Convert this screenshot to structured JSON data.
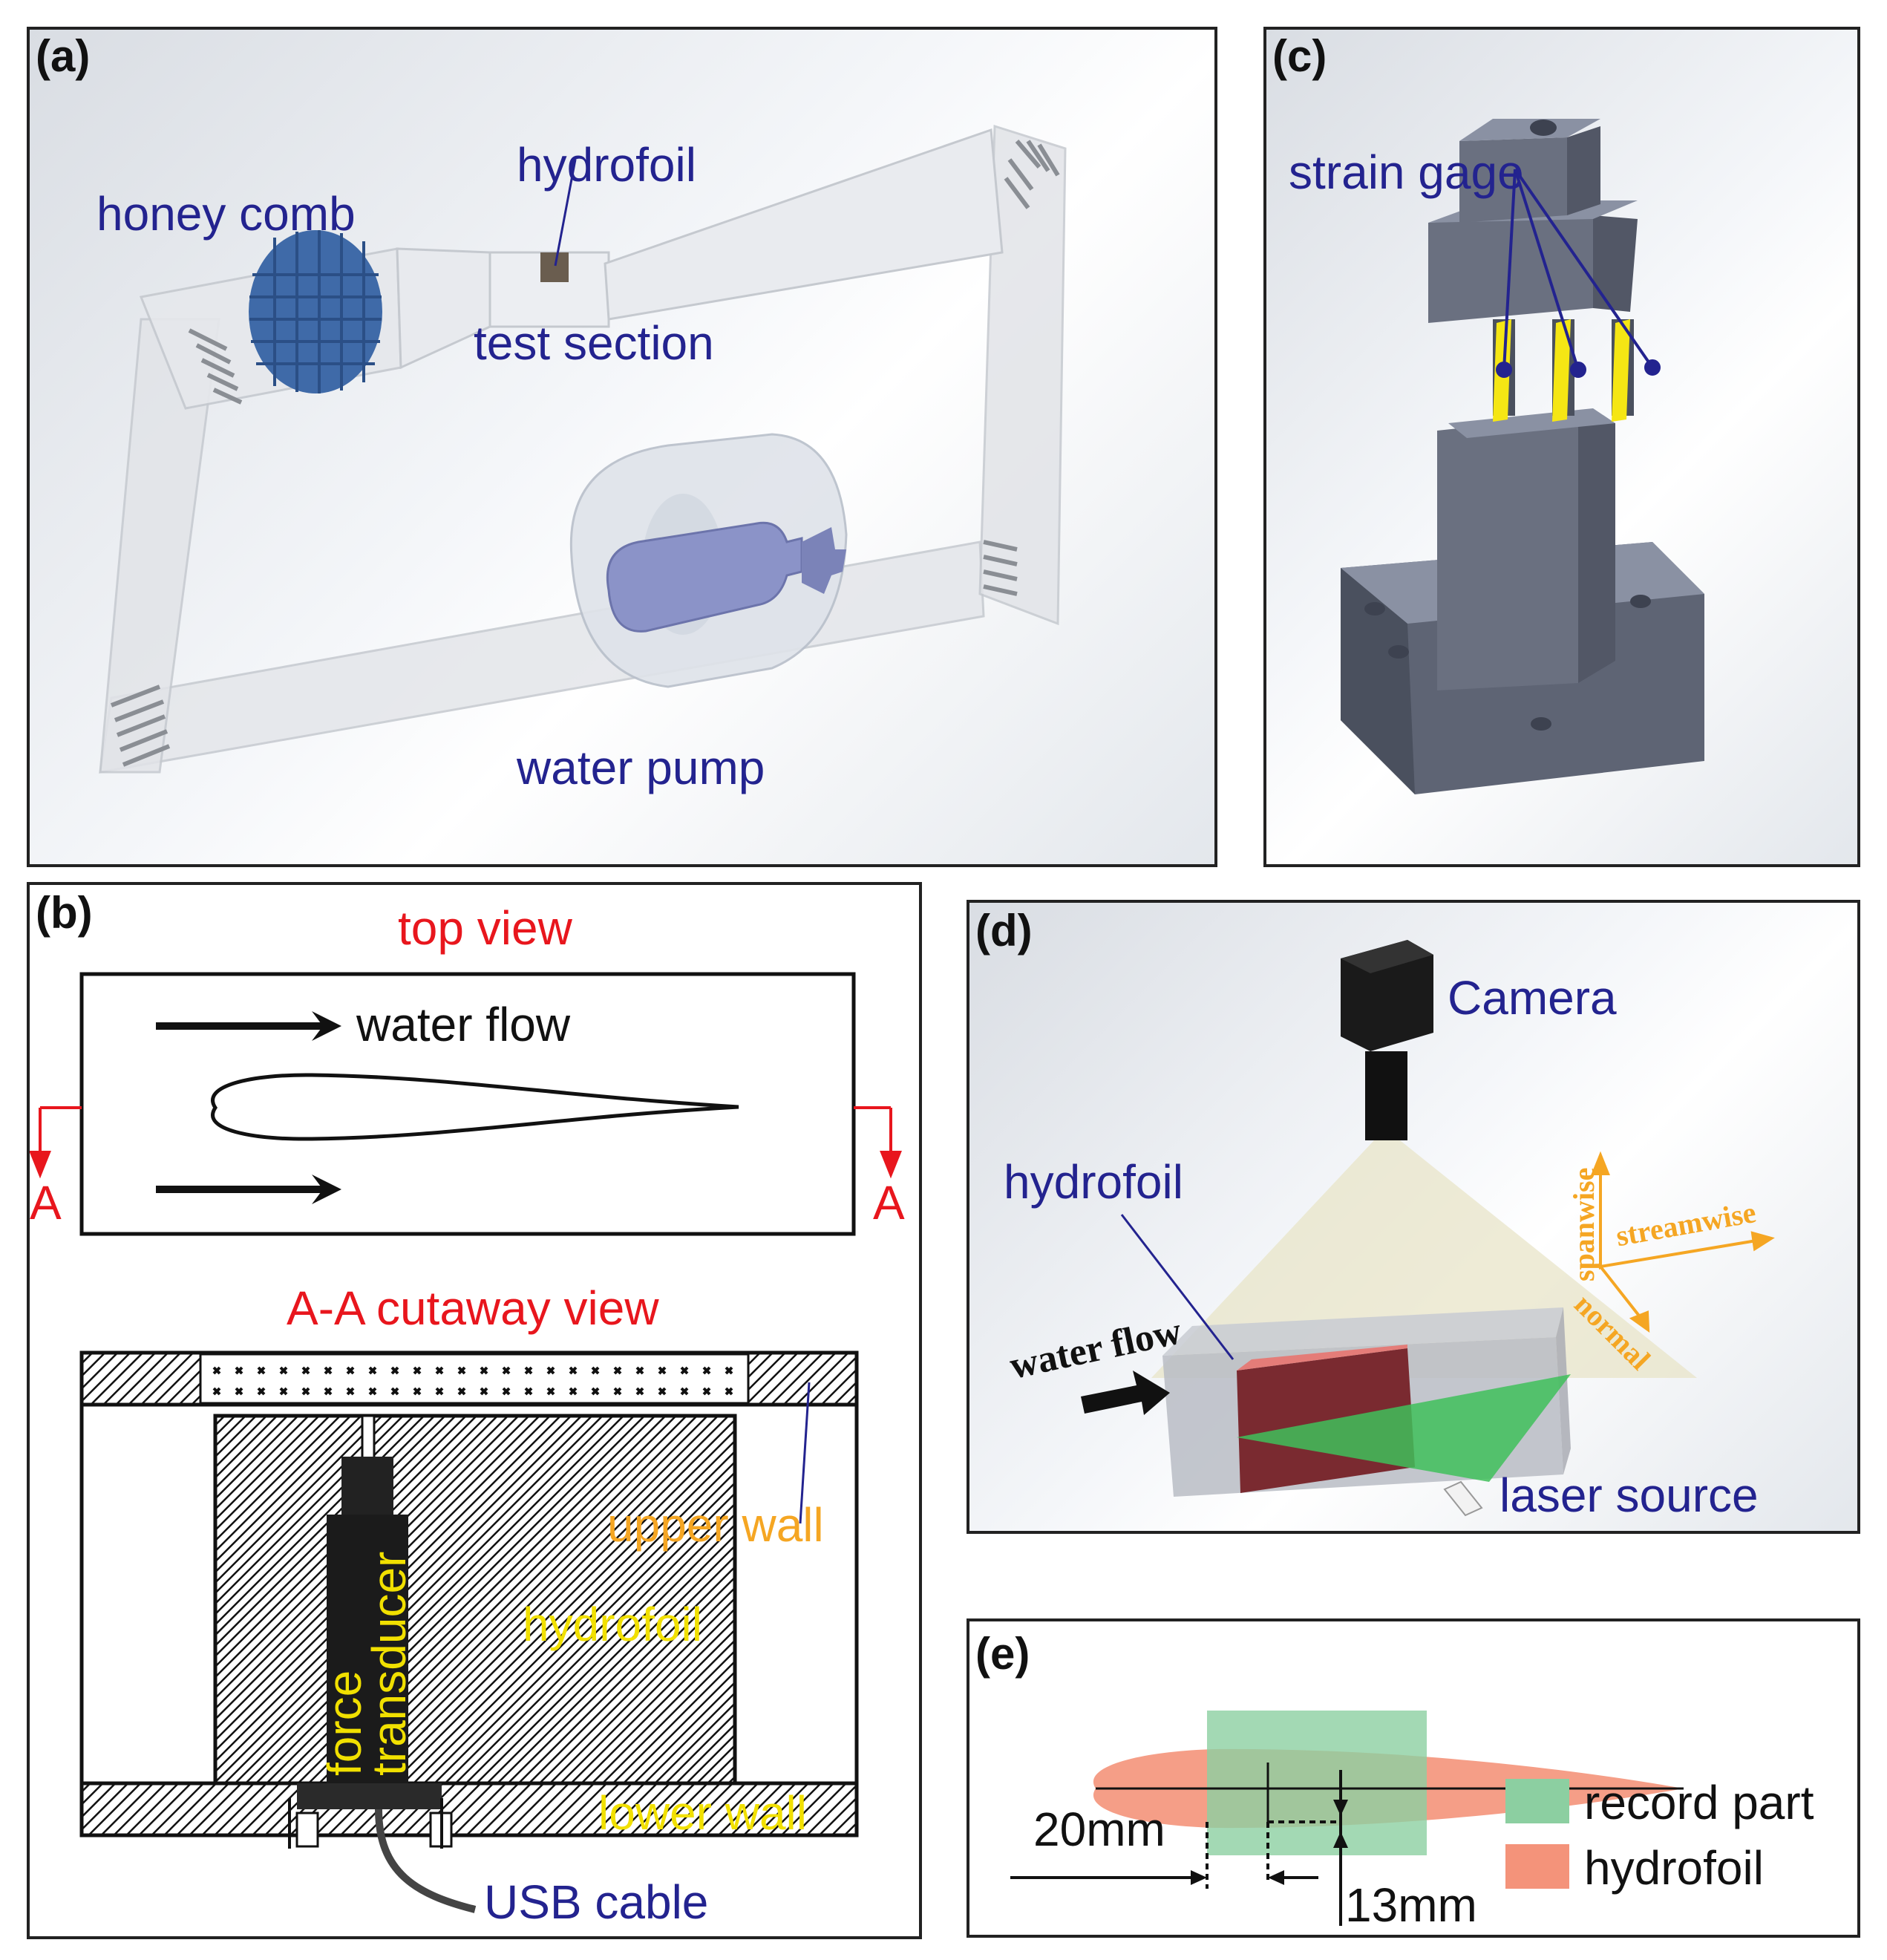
{
  "panel_a": {
    "label": "(a)",
    "hydrofoil": "hydrofoil",
    "honey_comb": "honey comb",
    "test_section": "test section",
    "water_pump": "water pump"
  },
  "panel_b": {
    "label": "(b)",
    "top_view": "top view",
    "water_flow": "water flow",
    "section_mark": "A",
    "cutaway_view": "A-A cutaway view",
    "upper_wall": "upper wall",
    "hydrofoil": "hydrofoil",
    "force": "force",
    "transducer": "transducer",
    "lower_wall": "lower wall",
    "usb_cable": "USB cable"
  },
  "panel_c": {
    "label": "(c)",
    "strain_gage": "strain gage"
  },
  "panel_d": {
    "label": "(d)",
    "camera": "Camera",
    "hydrofoil": "hydrofoil",
    "water_flow": "water flow",
    "laser_source": "laser source",
    "axes": {
      "spanwise": "spanwise",
      "streamwise": "streamwise",
      "normal": "normal"
    }
  },
  "panel_e": {
    "label": "(e)",
    "dim_20": "20mm",
    "dim_13": "13mm",
    "legend": [
      {
        "label": "record part",
        "color": "#8ccfa1"
      },
      {
        "label": "hydrofoil",
        "color": "#f4937a"
      }
    ]
  },
  "colors": {
    "label_blue": "#23238f",
    "label_red": "#e8161d",
    "label_yellow": "#f1e000",
    "label_orange": "#f5a623",
    "strain_gage_yellow": "#f5e614",
    "laser_green": "#3fbf5a"
  }
}
